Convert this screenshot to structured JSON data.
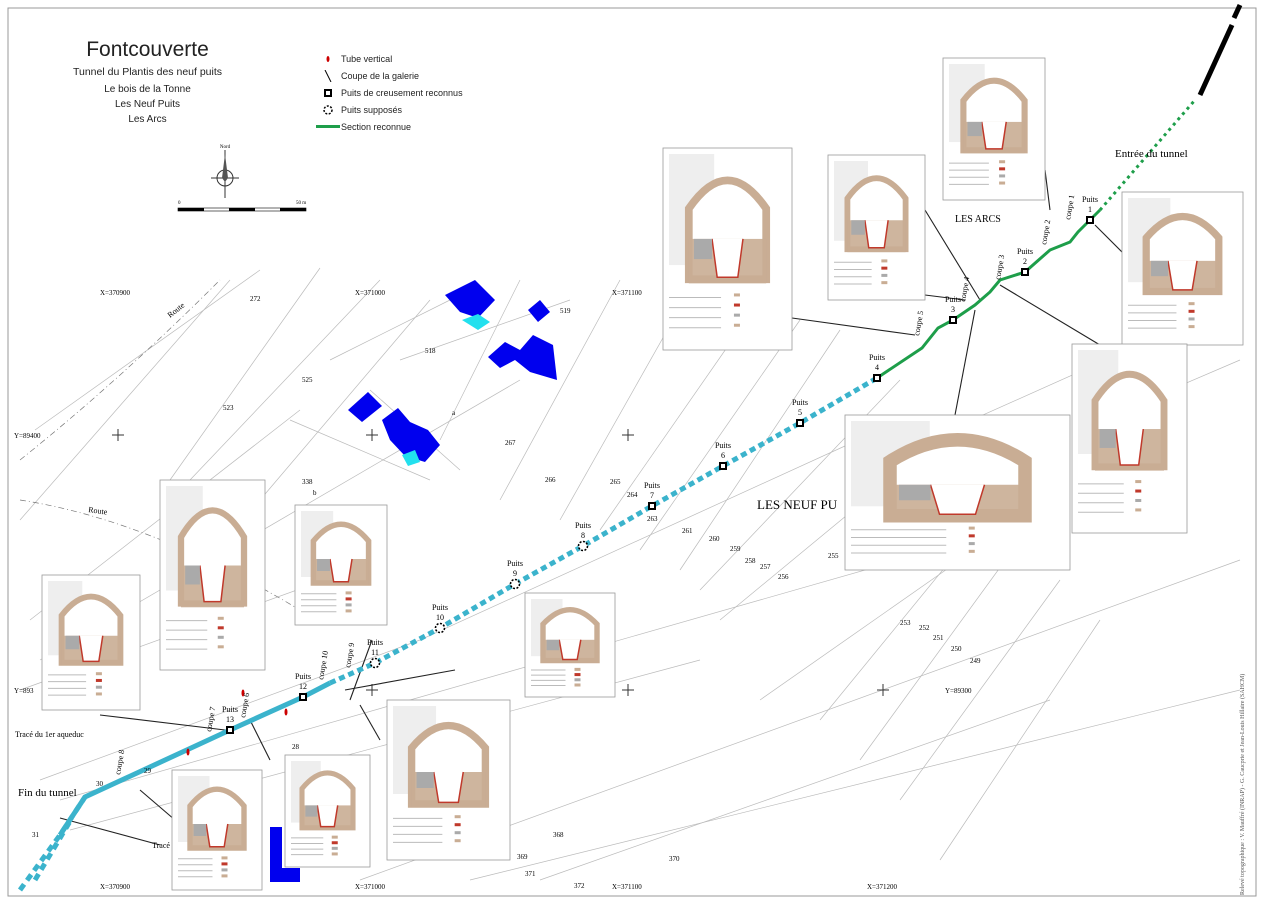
{
  "header": {
    "title": "Fontcouverte",
    "subtitle": "Tunnel du Plantis des neuf puits",
    "places": [
      "Le bois de la Tonne",
      "Les Neuf Puits",
      "Les Arcs"
    ]
  },
  "legend": [
    {
      "icon": "tube-vertical-icon",
      "label": "Tube vertical"
    },
    {
      "icon": "section-line-icon",
      "label": "Coupe de la galerie"
    },
    {
      "icon": "known-shaft-icon",
      "label": "Puits de creusement reconnus"
    },
    {
      "icon": "supposed-shaft-icon",
      "label": "Puits supposés"
    },
    {
      "icon": "known-section-icon",
      "label": "Section reconnue"
    }
  ],
  "compass": {
    "north": "Nord"
  },
  "scale": {
    "start": "0",
    "end": "50 m"
  },
  "colors": {
    "tunnel": "#3bb3cc",
    "known_section": "#1e9e4a",
    "building": "#0000ee",
    "building_accent": "#22e0ee",
    "stone": "#c9ad94",
    "brick": "#c0392b"
  },
  "shafts": [
    {
      "label": "Puits",
      "num": "1"
    },
    {
      "label": "Puits",
      "num": "2"
    },
    {
      "label": "Puits",
      "num": "3"
    },
    {
      "label": "Puits",
      "num": "4"
    },
    {
      "label": "Puits",
      "num": "5"
    },
    {
      "label": "Puits",
      "num": "6"
    },
    {
      "label": "Puits",
      "num": "7"
    },
    {
      "label": "Puits",
      "num": "8"
    },
    {
      "label": "Puits",
      "num": "9"
    },
    {
      "label": "Puits",
      "num": "10"
    },
    {
      "label": "Puits",
      "num": "11"
    },
    {
      "label": "Puits",
      "num": "12"
    },
    {
      "label": "Puits",
      "num": "13"
    }
  ],
  "sections": [
    "coupe 1",
    "coupe 2",
    "coupe 3",
    "coupe 4",
    "coupe 5",
    "coupe 6",
    "coupe 7",
    "coupe 8",
    "coupe 9",
    "coupe 10"
  ],
  "parcels": [
    "272",
    "525",
    "523",
    "518",
    "519",
    "a",
    "267",
    "266",
    "265",
    "264",
    "263",
    "261",
    "260",
    "259",
    "258",
    "257",
    "256",
    "255",
    "253",
    "252",
    "251",
    "250",
    "249",
    "338",
    "b",
    "28",
    "29",
    "30",
    "31",
    "368",
    "369",
    "370",
    "371",
    "372"
  ],
  "grid_labels": [
    "X=370900",
    "X=371000",
    "X=371100",
    "Y=89400",
    "Y=893",
    "Y=89300",
    "X=370900",
    "X=371000",
    "X=371100",
    "X=371200"
  ],
  "place_labels": [
    "LES ARCS",
    "LES NEUF PU",
    "Entrée du tunnel",
    "Fin du tunnel",
    "Tracé du 1er aqueduc",
    "Tracé",
    "Route",
    "Route"
  ],
  "credit": "Relevé topographique : V. Mauffré (INRAP) - G. Caucprie et Jean-Louis Hillaire (SAHCM)"
}
